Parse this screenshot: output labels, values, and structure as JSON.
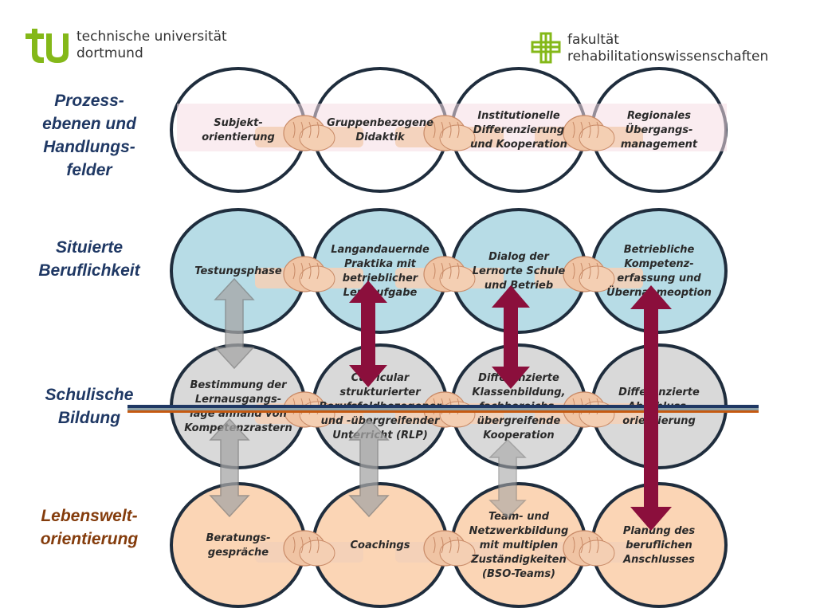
{
  "header": {
    "left_logo_line1": "technische universität",
    "left_logo_line2": "dortmund",
    "right_logo_line1": "fakultät",
    "right_logo_line2": "rehabilitationswissenschaften"
  },
  "colors": {
    "tu_green": "#84b819",
    "row1_fill": "#ffffff",
    "row2_fill": "#b7dce6",
    "row3_fill": "#d9d9d9",
    "row4_fill": "#fbd5b5",
    "circle_border": "#1f2d3d",
    "arrow_red": "#8b0f3c",
    "arrow_gray": "#a6a6a6"
  },
  "rows": [
    {
      "label": "Prozess-\nebenen und\nHandlungs-\nfelder",
      "label_color": "#1f3864",
      "circles": [
        {
          "text": [
            "Subjekt-",
            "orientierung"
          ]
        },
        {
          "text": [
            "Gruppenbezogene",
            "Didaktik"
          ]
        },
        {
          "text": [
            "Institutionelle",
            "Differenzierung",
            "und Kooperation"
          ]
        },
        {
          "text": [
            "Regionales",
            "Übergangs-",
            "management"
          ]
        }
      ]
    },
    {
      "label": "Situierte\nBeruflichkeit",
      "label_color": "#1f3864",
      "circles": [
        {
          "text": [
            "Testungsphase"
          ]
        },
        {
          "text": [
            "Langandauernde",
            "Praktika mit",
            "betrieblicher",
            "Lernaufgabe"
          ]
        },
        {
          "text": [
            "Dialog der",
            "Lernorte Schule",
            "und Betrieb"
          ]
        },
        {
          "text": [
            "Betriebliche",
            "Kompetenz-",
            "erfassung und",
            "Übernahmeoption"
          ]
        }
      ]
    },
    {
      "label": "Schulische\nBildung",
      "label_color": "#1f3864",
      "circles": [
        {
          "text": [
            "Bestimmung der",
            "Lernausgangs-",
            "lage anhand von",
            "Kompetenzrastern"
          ]
        },
        {
          "text": [
            "Curricular",
            "strukturierter",
            "Berufsfeldbezogener",
            "und -übergreifender",
            "Unterricht (RLP)"
          ]
        },
        {
          "text": [
            "Differenzierte",
            "Klassenbildung,",
            "fachbereichs-",
            "übergreifende",
            "Kooperation"
          ]
        },
        {
          "text": [
            "Differenzierte",
            "Abschluss-",
            "orientierung"
          ]
        }
      ]
    },
    {
      "label": "Lebenswelt-\norientierung",
      "label_color": "#843c0c",
      "circles": [
        {
          "text": [
            "Beratungs-",
            "gespräche"
          ]
        },
        {
          "text": [
            "Coachings"
          ]
        },
        {
          "text": [
            "Team- und",
            "Netzwerkbildung",
            "mit multiplen",
            "Zuständigkeiten",
            "(BSO-Teams)"
          ]
        },
        {
          "text": [
            "Planung des",
            "beruflichen",
            "Anschlusses"
          ]
        }
      ]
    }
  ]
}
